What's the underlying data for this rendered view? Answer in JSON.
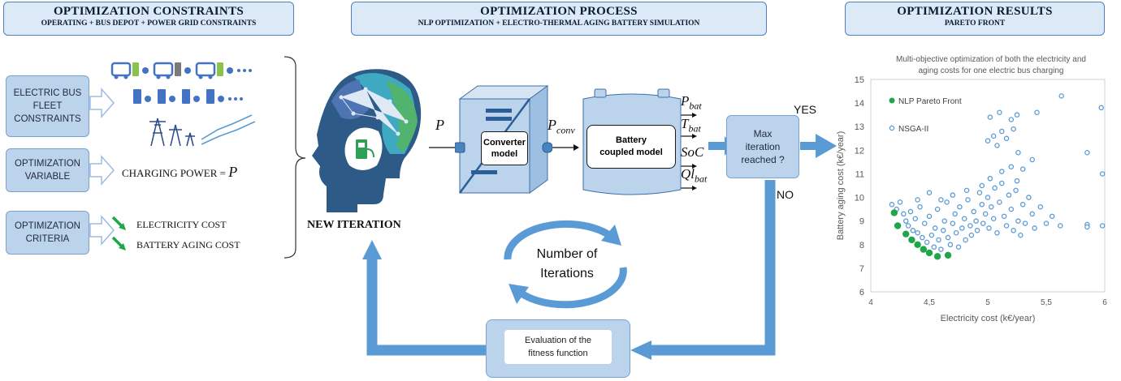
{
  "headers": {
    "constraints": {
      "title": "OPTIMIZATION CONSTRAINTS",
      "subtitle": "OPERATING + BUS DEPOT + POWER GRID CONSTRAINTS"
    },
    "process": {
      "title": "OPTIMIZATION PROCESS",
      "subtitle": "NLP OPTIMIZATION  + ELECTRO-THERMAL AGING BATTERY SIMULATION"
    },
    "results": {
      "title": "OPTIMIZATION RESULTS",
      "subtitle": "PARETO FRONT"
    }
  },
  "left": {
    "fleet_box": "ELECTRIC BUS\nFLEET\nCONSTRAINTS",
    "variable_box": "OPTIMIZATION\nVARIABLE",
    "criteria_box": "OPTIMIZATION\nCRITERIA",
    "charging_power": "CHARGING POWER =",
    "charging_symbol": "P",
    "criteria_1": "ELECTRICITY COST",
    "criteria_2": "BATTERY AGING COST",
    "dots": "•••"
  },
  "process": {
    "new_iteration": "NEW ITERATION",
    "input_symbol": "P",
    "converter_label": "Converter\nmodel",
    "conv_symbol": "P",
    "conv_sub": "conv",
    "battery_label": "Battery\ncoupled model",
    "outputs": [
      {
        "main": "P",
        "sub": "bat"
      },
      {
        "main": "T",
        "sub": "bat"
      },
      {
        "main": "SoC",
        "sub": ""
      },
      {
        "main": "Ql",
        "sub": "bat"
      }
    ],
    "decision": "Max\niteration\nreached ?",
    "yes": "YES",
    "no": "NO",
    "cycle": "Number of\nIterations",
    "fitness": "Evaluation of the\nfitness function"
  },
  "colors": {
    "accent": "#5b9bd5",
    "header_fill": "#dce9f6",
    "box_fill": "#bcd3ec",
    "pareto": "#1fa64a",
    "nsga": "#5b9bd5"
  },
  "chart_data": {
    "type": "scatter",
    "title": "Multi-objective optimization of both the electricity and\naging costs for one electric bus charging",
    "xlabel": "Electricity cost (k€/year)",
    "ylabel": "Battery aging cost (k€/year)",
    "xlim": [
      4,
      6
    ],
    "ylim": [
      6,
      15
    ],
    "xticks": [
      "4",
      "4,5",
      "5",
      "5,5",
      "6"
    ],
    "yticks": [
      "6",
      "7",
      "8",
      "9",
      "10",
      "11",
      "12",
      "13",
      "14",
      "15"
    ],
    "grid": false,
    "legend_position": "top-left",
    "series": [
      {
        "name": "NLP Pareto Front",
        "marker": "filled",
        "color": "#1fa64a",
        "points": [
          [
            4.2,
            9.35
          ],
          [
            4.23,
            8.8
          ],
          [
            4.3,
            8.45
          ],
          [
            4.35,
            8.2
          ],
          [
            4.4,
            8.0
          ],
          [
            4.45,
            7.8
          ],
          [
            4.5,
            7.65
          ],
          [
            4.57,
            7.5
          ],
          [
            4.66,
            7.55
          ]
        ]
      },
      {
        "name": "NSGA-II",
        "marker": "hollow",
        "color": "#5b9bd5",
        "points": [
          [
            4.18,
            9.7
          ],
          [
            4.22,
            9.5
          ],
          [
            4.25,
            9.8
          ],
          [
            4.28,
            9.3
          ],
          [
            4.3,
            9.0
          ],
          [
            4.32,
            8.8
          ],
          [
            4.34,
            9.4
          ],
          [
            4.36,
            8.6
          ],
          [
            4.38,
            9.1
          ],
          [
            4.4,
            8.5
          ],
          [
            4.42,
            9.6
          ],
          [
            4.44,
            8.3
          ],
          [
            4.46,
            8.9
          ],
          [
            4.48,
            8.1
          ],
          [
            4.5,
            9.2
          ],
          [
            4.52,
            8.4
          ],
          [
            4.54,
            7.9
          ],
          [
            4.55,
            8.7
          ],
          [
            4.57,
            9.5
          ],
          [
            4.58,
            8.2
          ],
          [
            4.6,
            7.8
          ],
          [
            4.62,
            8.6
          ],
          [
            4.63,
            9.0
          ],
          [
            4.65,
            9.8
          ],
          [
            4.66,
            8.3
          ],
          [
            4.68,
            8.0
          ],
          [
            4.7,
            8.9
          ],
          [
            4.72,
            9.3
          ],
          [
            4.73,
            8.5
          ],
          [
            4.75,
            7.9
          ],
          [
            4.76,
            9.6
          ],
          [
            4.78,
            8.7
          ],
          [
            4.8,
            9.1
          ],
          [
            4.81,
            8.2
          ],
          [
            4.83,
            9.9
          ],
          [
            4.85,
            8.8
          ],
          [
            4.86,
            8.4
          ],
          [
            4.88,
            9.4
          ],
          [
            4.9,
            9.0
          ],
          [
            4.91,
            8.6
          ],
          [
            4.93,
            10.2
          ],
          [
            4.95,
            9.7
          ],
          [
            4.96,
            8.9
          ],
          [
            4.98,
            9.3
          ],
          [
            5.0,
            10.0
          ],
          [
            5.01,
            8.7
          ],
          [
            5.03,
            9.6
          ],
          [
            5.05,
            9.1
          ],
          [
            5.06,
            10.4
          ],
          [
            5.08,
            8.5
          ],
          [
            5.1,
            9.8
          ],
          [
            5.12,
            10.6
          ],
          [
            5.14,
            9.2
          ],
          [
            5.16,
            8.8
          ],
          [
            5.18,
            10.1
          ],
          [
            5.2,
            9.5
          ],
          [
            5.22,
            8.6
          ],
          [
            5.24,
            10.3
          ],
          [
            5.26,
            9.0
          ],
          [
            5.28,
            8.4
          ],
          [
            5.3,
            9.7
          ],
          [
            5.32,
            8.9
          ],
          [
            5.35,
            10.0
          ],
          [
            5.38,
            9.3
          ],
          [
            5.4,
            8.7
          ],
          [
            5.45,
            9.6
          ],
          [
            5.5,
            8.9
          ],
          [
            5.55,
            9.2
          ],
          [
            4.6,
            9.9
          ],
          [
            4.7,
            10.1
          ],
          [
            4.82,
            10.3
          ],
          [
            4.95,
            10.5
          ],
          [
            5.02,
            10.8
          ],
          [
            5.12,
            11.1
          ],
          [
            5.2,
            11.3
          ],
          [
            4.5,
            10.2
          ],
          [
            4.4,
            9.9
          ],
          [
            5.0,
            12.4
          ],
          [
            5.05,
            12.6
          ],
          [
            5.08,
            12.2
          ],
          [
            5.12,
            12.8
          ],
          [
            5.16,
            12.5
          ],
          [
            5.22,
            12.9
          ],
          [
            5.02,
            13.4
          ],
          [
            5.1,
            13.6
          ],
          [
            5.2,
            13.3
          ],
          [
            5.25,
            13.5
          ],
          [
            5.42,
            13.6
          ],
          [
            5.63,
            14.3
          ],
          [
            5.97,
            13.8
          ],
          [
            5.26,
            11.9
          ],
          [
            5.38,
            11.6
          ],
          [
            5.85,
            11.9
          ],
          [
            5.98,
            11.0
          ],
          [
            5.85,
            8.85
          ],
          [
            5.98,
            8.8
          ],
          [
            5.62,
            8.8
          ],
          [
            5.85,
            8.75
          ],
          [
            5.25,
            10.7
          ],
          [
            5.3,
            11.2
          ]
        ]
      }
    ]
  }
}
